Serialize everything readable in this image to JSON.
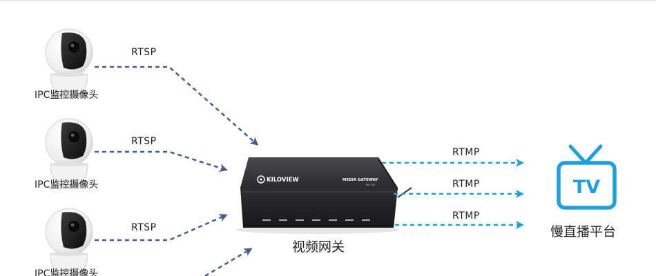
{
  "cameras": [
    {
      "label": "IPC监控摄像头",
      "protocol": "RTSP"
    },
    {
      "label": "IPC监控摄像头",
      "protocol": "RTSP"
    },
    {
      "label": "IPC监控摄像头",
      "protocol": "RTSP"
    }
  ],
  "gateway": {
    "label": "视频网关",
    "brand": "KILOVIEW",
    "product": "MEDIA GATEWAY",
    "model": "MG 200"
  },
  "outputs": [
    "RTMP",
    "RTMP",
    "RTMP"
  ],
  "platform": {
    "label": "慢直播平台",
    "icon_text": "TV",
    "icon": "tv-icon"
  },
  "colors": {
    "input_arrow": "#4a5a8c",
    "output_arrow": "#1ea0dc",
    "tv_icon": "#1ea0dc",
    "gateway_body": "#2b2b2e"
  }
}
